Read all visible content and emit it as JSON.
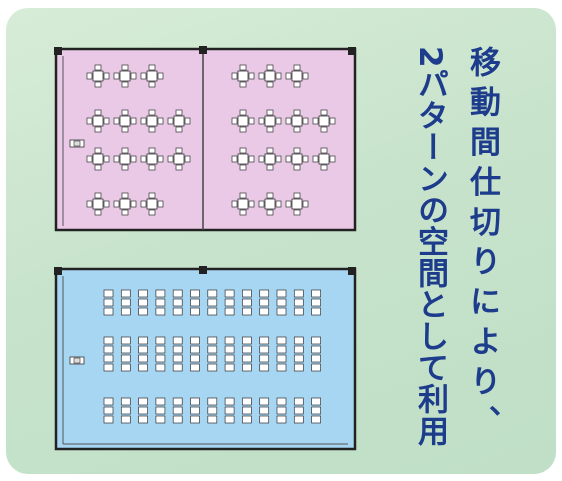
{
  "heading": {
    "line1": "移動間仕切りにより、",
    "line2": "2パターンの空間として利用"
  },
  "colors": {
    "panel_background": "#c8e3cc",
    "upper_room_fill": "#e9c9e6",
    "lower_room_fill": "#a7d6f3",
    "heading_text": "#1d3c8c",
    "wall": "#222222"
  },
  "icons": {
    "table_group": "table-with-four-chairs-icon",
    "chair": "chair-icon",
    "lectern": "lectern-icon",
    "pillar": "pillar-icon"
  },
  "upper_layout": {
    "pattern": "divided-two-rooms-with-table-groups",
    "rooms": [
      {
        "rows": [
          3,
          4,
          4,
          3
        ]
      },
      {
        "rows": [
          3,
          4,
          4,
          3
        ]
      }
    ]
  },
  "lower_layout": {
    "pattern": "single-hall-with-theater-seating",
    "blocks": [
      {
        "columns": 13,
        "seats_per_column": 3
      },
      {
        "columns": 13,
        "seats_per_column": 4
      },
      {
        "columns": 13,
        "seats_per_column": 3
      }
    ]
  }
}
